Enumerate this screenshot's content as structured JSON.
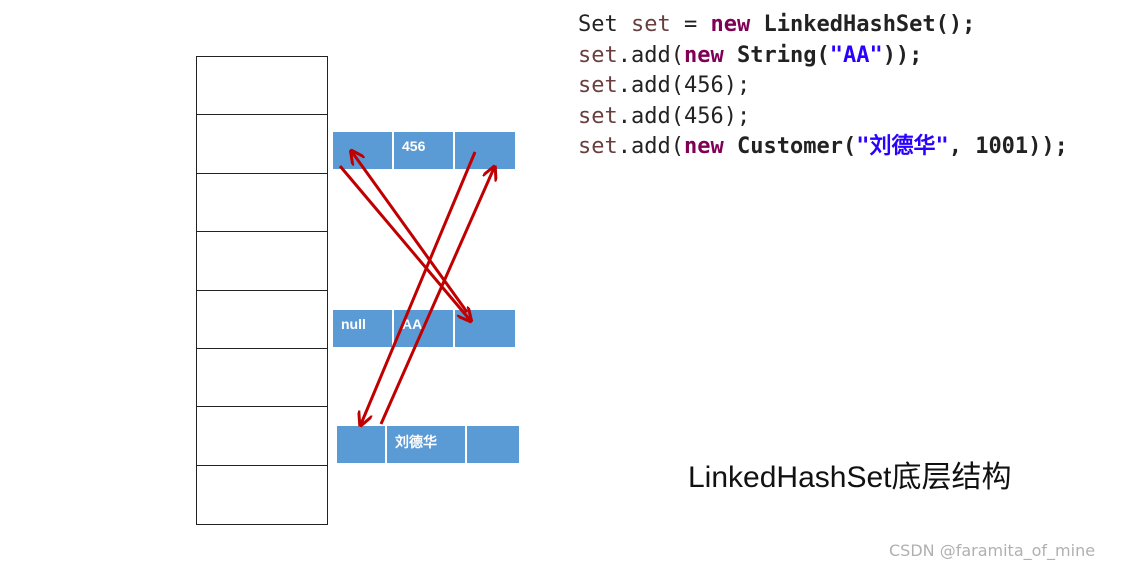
{
  "table": {
    "slot_count": 8
  },
  "nodes": {
    "node_456": {
      "cells": [
        "",
        "456",
        ""
      ]
    },
    "node_aa": {
      "cells": [
        "null",
        "AA",
        ""
      ]
    },
    "node_liu": {
      "cells": [
        "",
        "刘德华",
        ""
      ]
    }
  },
  "code": {
    "line1": {
      "t1": "Set ",
      "t2": "set",
      "t3": " = ",
      "t4": "new",
      "t5": " ",
      "t6": "LinkedHashSet();"
    },
    "line2": {
      "t1": "set",
      "t2": ".add(",
      "t3": "new",
      "t4": " ",
      "t5": "String(",
      "t6": "\"AA\"",
      "t7": "));"
    },
    "line3": {
      "t1": "set",
      "t2": ".add(456);"
    },
    "line4": {
      "t1": "set",
      "t2": ".add(456);"
    },
    "line5": {
      "t1": "set",
      "t2": ".add(",
      "t3": "new",
      "t4": " ",
      "t5": "Customer(",
      "t6": "\"刘德华\"",
      "t7": ", 1001));"
    }
  },
  "caption": "LinkedHashSet底层结构",
  "watermark": "CSDN @faramita_of_mine",
  "colors": {
    "node_fill": "#5b9bd5",
    "arrow": "#c00000",
    "keyword": "#7f0055",
    "string": "#2a00ff"
  }
}
